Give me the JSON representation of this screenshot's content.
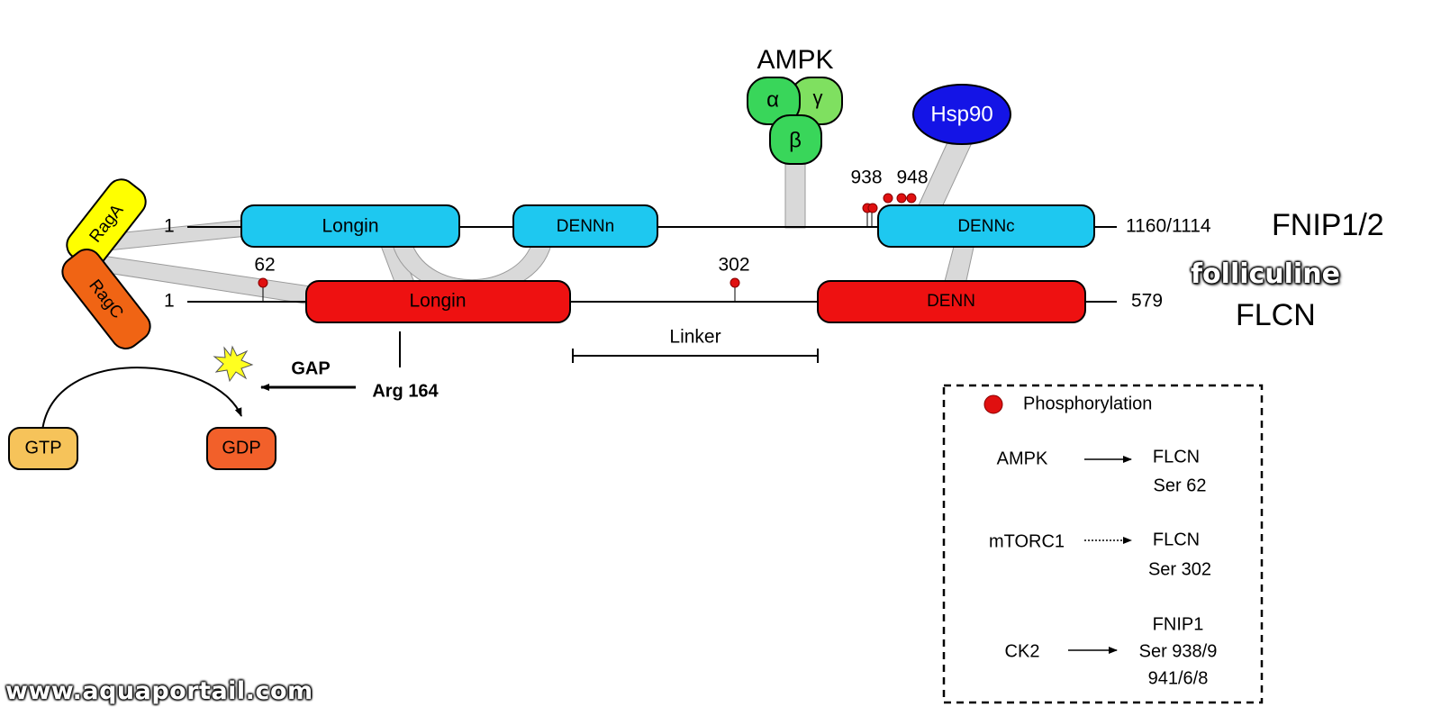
{
  "proteins": {
    "fnip": {
      "start": "1",
      "end": "1160/1114",
      "name": "FNIP1/2",
      "domains": {
        "longin": "Longin",
        "dennn": "DENNn",
        "dennc": "DENNc"
      },
      "sites": {
        "s938": "938",
        "s948": "948"
      }
    },
    "flcn": {
      "start": "1",
      "end": "579",
      "name": "FLCN",
      "name_fr": "folliculine",
      "domains": {
        "longin": "Longin",
        "denn": "DENN"
      },
      "sites": {
        "s62": "62",
        "s302": "302"
      },
      "linker": "Linker"
    }
  },
  "ampk": {
    "label": "AMPK",
    "alpha": "α",
    "beta": "β",
    "gamma": "γ"
  },
  "hsp90": "Hsp90",
  "rags": {
    "raga": "RagA",
    "ragc": "RagC"
  },
  "gtpase": {
    "gtp": "GTP",
    "gdp": "GDP",
    "gap": "GAP",
    "arg": "Arg 164"
  },
  "legend": {
    "phospho": "Phosphorylation",
    "rows": [
      {
        "kinase": "AMPK",
        "target": "FLCN",
        "site": "Ser 62",
        "site2": ""
      },
      {
        "kinase": "mTORC1",
        "target": "FLCN",
        "site": "Ser 302",
        "site2": ""
      },
      {
        "kinase": "CK2",
        "target": "FNIP1",
        "site": "Ser 938/9",
        "site2": "941/6/8"
      }
    ]
  },
  "watermark": "www.aquaportail.com",
  "colors": {
    "fnip_domain": "#1ec8f0",
    "flcn_domain": "#ee1111",
    "raga": "#ffff00",
    "ragc": "#f06414",
    "ampk_alpha_beta": "#39d65a",
    "ampk_gamma": "#7fe060",
    "hsp90": "#1414e6",
    "gtp": "#f6c35a",
    "gdp": "#f2602a",
    "phospho": "#e01010",
    "connector": "#d9d9d9"
  }
}
